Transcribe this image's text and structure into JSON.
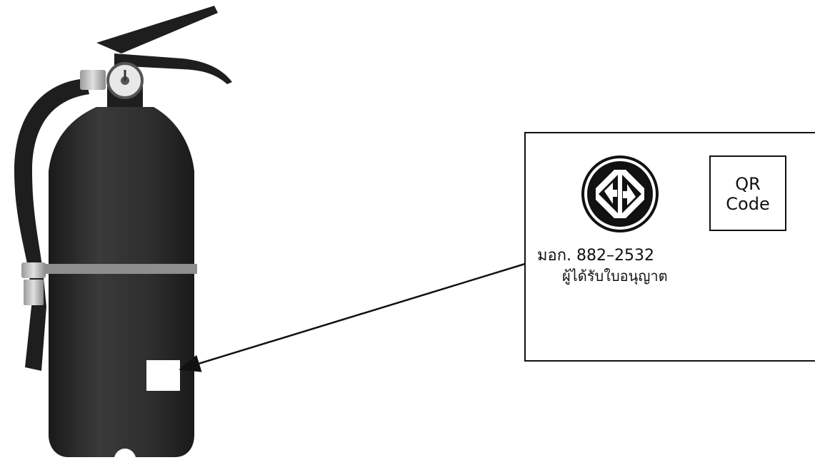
{
  "colors": {
    "cylinder": "#2b2b2b",
    "band": "#8e8e8e",
    "hose": "#1e1e1e",
    "valve": "#bdbdbd",
    "line": "#111111",
    "label_patch": "#ffffff"
  },
  "icons": {
    "extinguisher": "fire-extinguisher-icon",
    "tis_mark": "tis-standard-mark-icon"
  },
  "label_card": {
    "standard_text": "มอก. 882–2532",
    "licensee_text": "ผู้ได้รับใบอนุญาต",
    "qr_text": "QR\nCode"
  }
}
